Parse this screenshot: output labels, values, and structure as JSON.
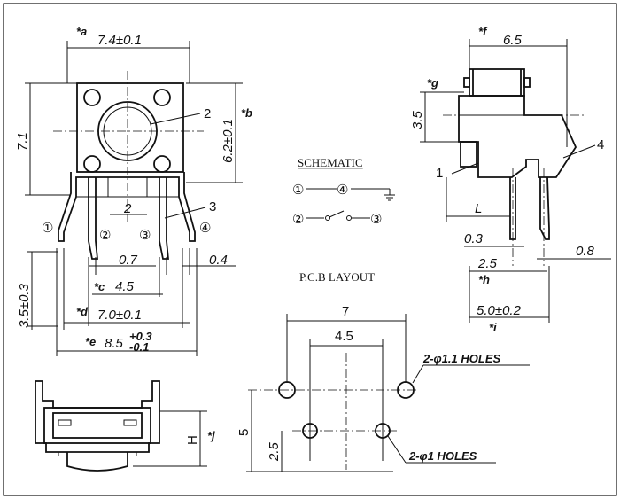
{
  "views": {
    "front": {
      "dim_a": "*a",
      "dim_a_val": "7.4±0.1",
      "dim_b": "*b",
      "dim_b_val": "6.2±0.1",
      "dim_height": "7.1",
      "dim_2": "2",
      "dim_07": "0.7",
      "dim_04": "0.4",
      "dim_c": "*c",
      "dim_c_val": "4.5",
      "dim_d": "*d",
      "dim_d_val": "7.0±0.1",
      "dim_e": "*e",
      "dim_e_val": "8.5",
      "dim_e_tol_up": "+0.3",
      "dim_e_tol_dn": "-0.1",
      "dim_lead": "3.5±0.3",
      "callout_2": "2",
      "callout_3": "3",
      "pin_1": "①",
      "pin_2": "②",
      "pin_3": "③",
      "pin_4": "④"
    },
    "side": {
      "dim_f": "*f",
      "dim_f_val": "6.5",
      "dim_g": "*g",
      "dim_35": "3.5",
      "callout_4": "4",
      "callout_1": "1",
      "dim_L": "L",
      "dim_03": "0.3",
      "dim_25": "2.5",
      "dim_h": "*h",
      "dim_08": "0.8",
      "dim_i_val": "5.0±0.2",
      "dim_i": "*i"
    },
    "schematic": {
      "title": "SCHEMATIC",
      "p1": "①",
      "p4": "④",
      "p2": "②",
      "p3": "③"
    },
    "pcb": {
      "title": "P.C.B LAYOUT",
      "dim_7": "7",
      "dim_45": "4.5",
      "dim_5": "5",
      "dim_25": "2.5",
      "holes_big": "2-φ1.1 HOLES",
      "holes_small": "2-φ1 HOLES"
    },
    "bottom": {
      "dim_H": "H",
      "dim_j": "*j"
    }
  }
}
